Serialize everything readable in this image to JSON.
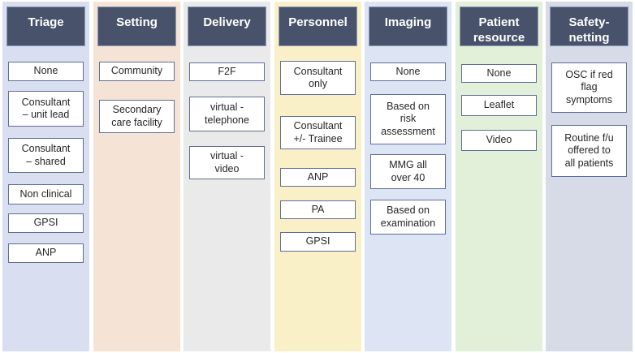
{
  "figure": {
    "palette": {
      "header_bg": "#48536b",
      "header_text": "#ffffff",
      "header_border": "#8d9ab8",
      "box_bg": "#ffffff",
      "box_border": "#5f6e96",
      "box_text": "#262626",
      "page_bg": "#ffffff"
    },
    "columns": [
      {
        "title": "Triage",
        "bg": "#dadef1",
        "boxes": [
          "None",
          "Consultant\n– unit lead",
          "Consultant\n– shared",
          "Non clinical",
          "GPSI",
          "ANP"
        ]
      },
      {
        "title": "Setting",
        "bg": "#f5e3d5",
        "boxes": [
          "Community",
          "Secondary\ncare facility"
        ]
      },
      {
        "title": "Delivery",
        "bg": "#eaeaeb",
        "boxes": [
          "F2F",
          "virtual -\ntelephone",
          "virtual -\nvideo"
        ]
      },
      {
        "title": "Personnel",
        "bg": "#faf0c8",
        "boxes": [
          "Consultant\nonly",
          "Consultant\n+/- Trainee",
          "ANP",
          "PA",
          "GPSI"
        ]
      },
      {
        "title": "Imaging",
        "bg": "#dde4f4",
        "boxes": [
          "None",
          "Based on\nrisk\nassessment",
          "MMG all\nover 40",
          "Based on\nexamination"
        ]
      },
      {
        "title": "Patient\nresource",
        "bg": "#e2efd9",
        "boxes": [
          "None",
          "Leaflet",
          "Video"
        ]
      },
      {
        "title": "Safety-\nnetting",
        "bg": "#d7dbe7",
        "boxes": [
          "OSC if red\nflag\nsymptoms",
          "Routine f/u\noffered to\nall patients"
        ]
      }
    ]
  }
}
